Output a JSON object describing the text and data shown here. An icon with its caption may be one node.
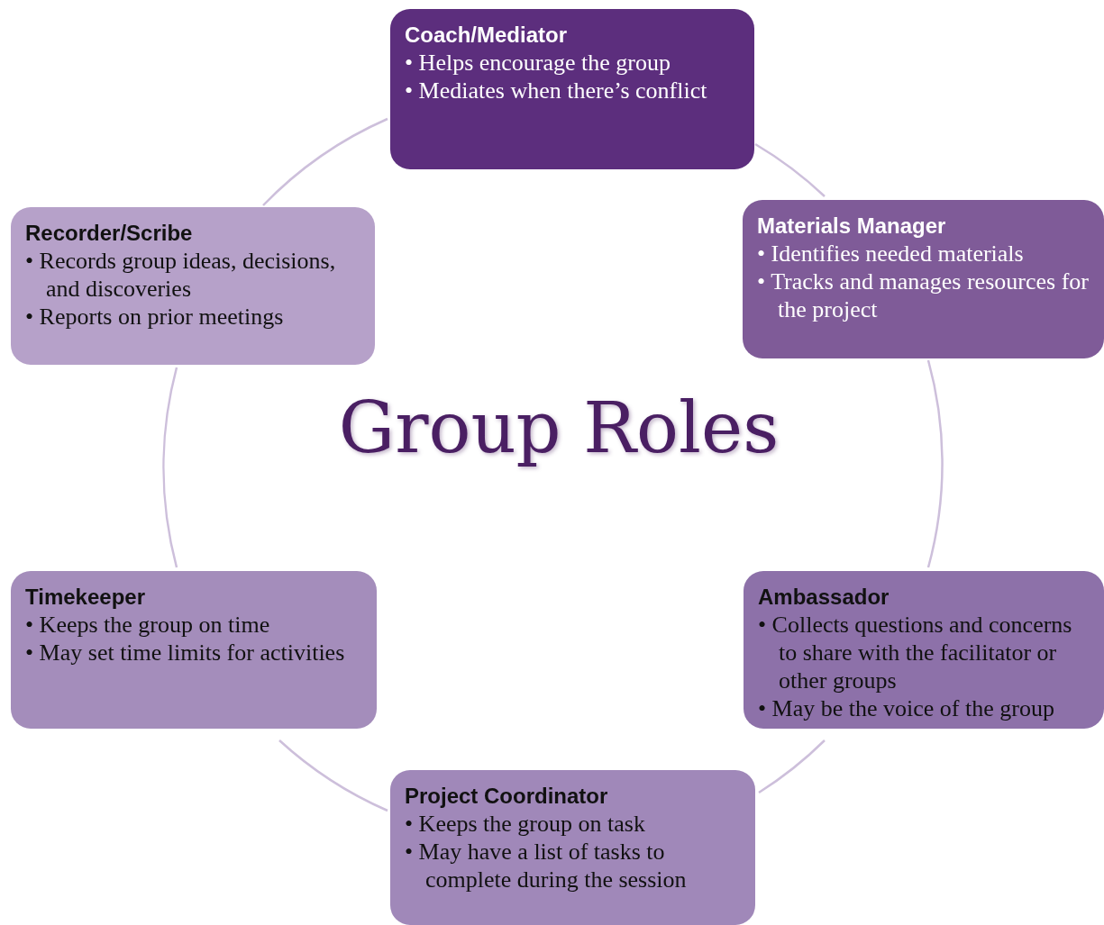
{
  "diagram": {
    "title": "Group Roles",
    "nodes": [
      {
        "text": [
          "Coach/Mediator",
          "• Helps encourage the group",
          "• Mediates when there’s conflict"
        ]
      },
      {
        "text": [
          "Materials Manager",
          "• Identifies needed materials",
          "• Tracks and manages resources for the project"
        ]
      },
      {
        "text": [
          "Ambassador",
          "• Collects questions and concerns to share with the facilitator or other groups",
          "• May be the voice of the group"
        ]
      },
      {
        "text": [
          "Project Coordinator",
          "• Keeps the group on task",
          "• May have a list of tasks to complete during the session"
        ]
      },
      {
        "text": [
          "Timekeeper",
          "• Keeps the group on time",
          "• May set time limits for activities"
        ]
      },
      {
        "text": [
          "Recorder/Scribe",
          "• Records group ideas, decisions, and discoveries",
          "• Reports on prior meetings"
        ]
      }
    ],
    "edges": [
      {
        "from": 0,
        "to": 1,
        "arrow": "none"
      },
      {
        "from": 1,
        "to": 2,
        "arrow": "none"
      },
      {
        "from": 2,
        "to": 3,
        "arrow": "none"
      },
      {
        "from": 3,
        "to": 4,
        "arrow": "none"
      },
      {
        "from": 4,
        "to": 5,
        "arrow": "none"
      },
      {
        "from": 5,
        "to": 0,
        "arrow": "none"
      }
    ]
  }
}
